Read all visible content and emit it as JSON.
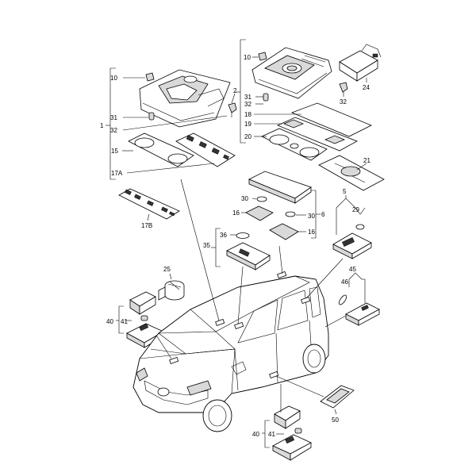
{
  "labels": {
    "l1": "1",
    "l2": "2",
    "l5": "5",
    "l6": "6",
    "l10a": "10",
    "l10b": "10",
    "l15": "15",
    "l16a": "16",
    "l16b": "16",
    "l17a": "17A",
    "l17b": "17B",
    "l18": "18",
    "l19": "19",
    "l20": "20",
    "l21": "21",
    "l24": "24",
    "l25": "25",
    "l29": "29",
    "l30a": "30",
    "l30b": "30",
    "l31a": "31",
    "l31b": "31",
    "l32a": "32",
    "l32b": "32",
    "l32c": "32",
    "l35": "35",
    "l36": "36",
    "l40a": "40",
    "l40b": "40",
    "l41a": "41",
    "l41b": "41",
    "l45": "45",
    "l46": "46",
    "l50": "50"
  },
  "colors": {
    "line": "#000000",
    "fill_light": "#d9d9d9",
    "fill_dark": "#333333"
  }
}
